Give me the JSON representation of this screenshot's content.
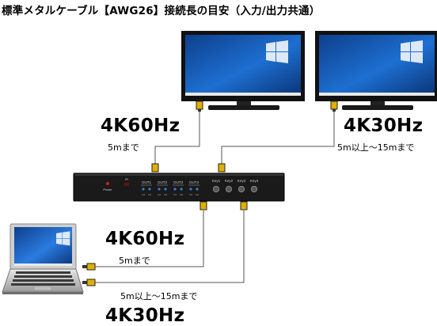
{
  "title": "標準メタルケーブル【AWG26】接続長の目安（入力/出力共通）",
  "labels": {
    "out1_rate": "4K60Hz",
    "out1_length": "5mまで",
    "out2_rate": "4K30Hz",
    "out2_length": "5m以上～15mまで",
    "in1_rate": "4K60Hz",
    "in1_length": "5mまで",
    "in2_rate": "4K30Hz",
    "in2_length": "5m以上～15mまで"
  },
  "device": {
    "power_label": "Power",
    "ir_label": "IR",
    "out_labels": [
      "OUT1",
      "OUT2",
      "OUT3",
      "OUT4"
    ],
    "in_labels": [
      "In1",
      "In2"
    ],
    "key_labels": [
      "Key1",
      "Key2",
      "Key3",
      "Key4"
    ]
  },
  "colors": {
    "cable": "#555555",
    "connector": "#e0b000",
    "device_body": "#1a1a1a",
    "monitor_bezel": "#111111",
    "screen_blue": "#1a5fb4",
    "led_red": "#cc2020",
    "led_blue": "#3a7bd5"
  }
}
